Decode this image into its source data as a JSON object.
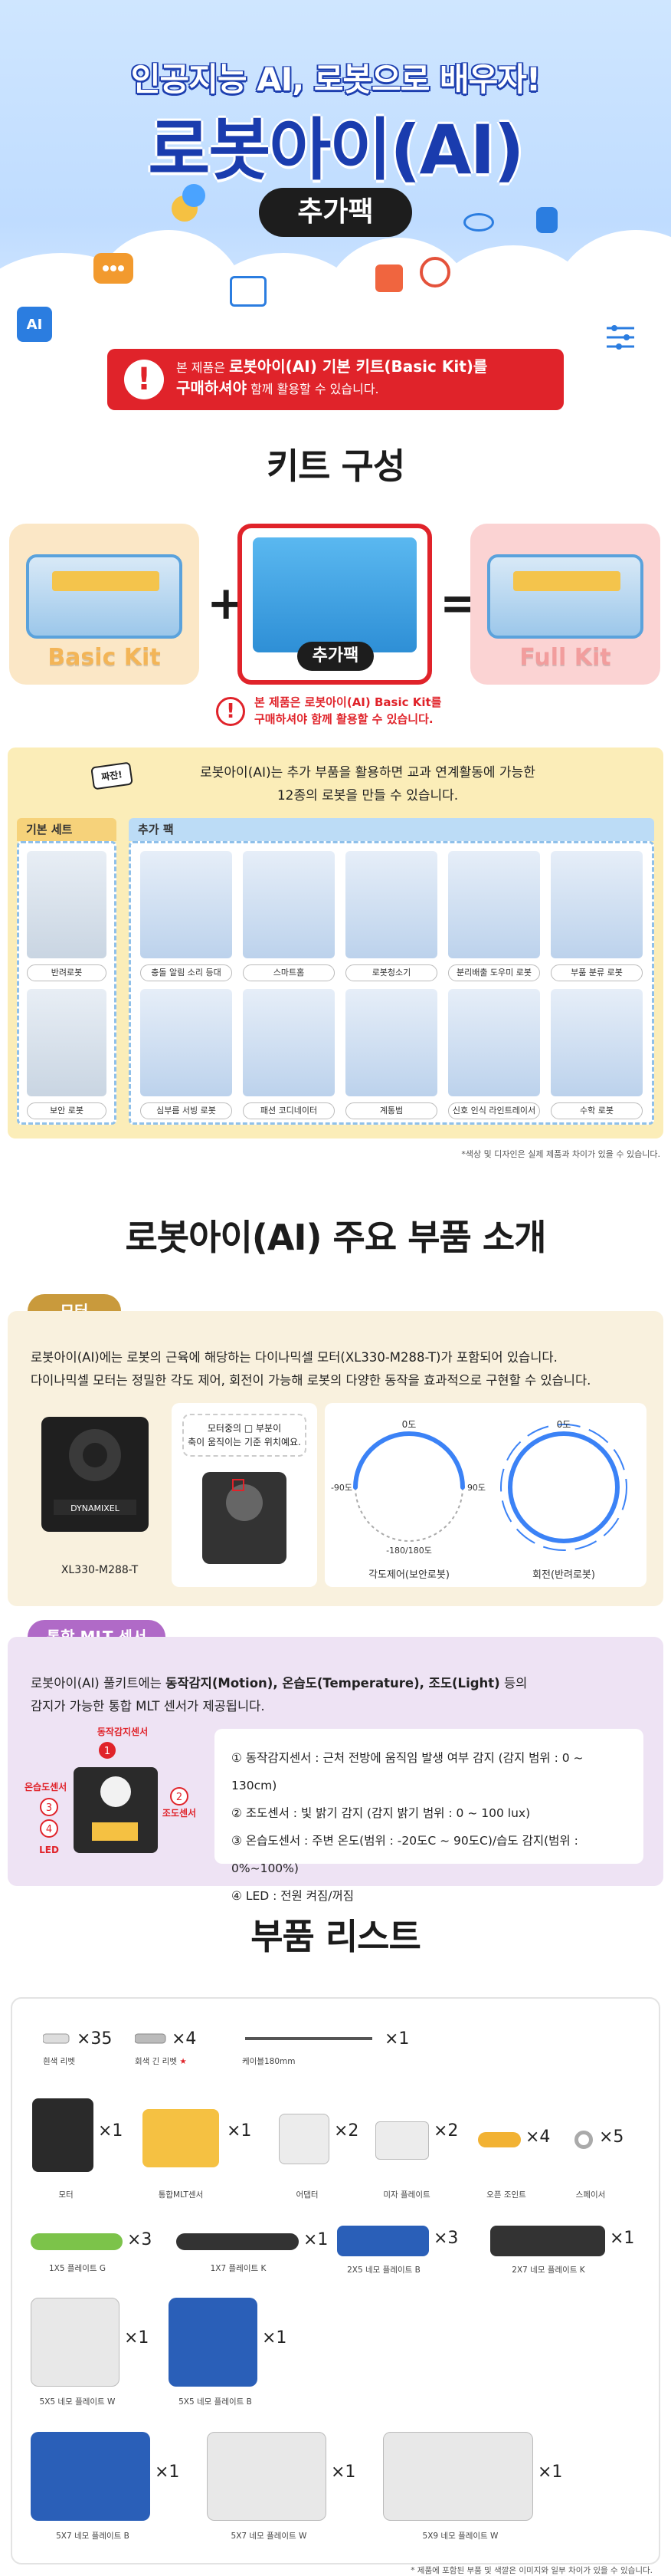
{
  "hero": {
    "subtitle": "인공지능 AI, 로봇으로 배우자!",
    "title": "로봇아이(AI)",
    "badge": "추가팩",
    "ai_icon": "AI",
    "notice_prefix": "본 제품은 ",
    "notice_bold": "로봇아이(AI) 기본 키트(Basic Kit)를",
    "notice_bold2": "구매하셔야",
    "notice_suffix": " 함께 활용할 수 있습니다.",
    "colors": {
      "accent": "#1a3cae",
      "notice": "#e0232a"
    }
  },
  "kit": {
    "title": "키트 구성",
    "basic": "Basic Kit",
    "addon_badge": "추가팩",
    "full": "Full Kit",
    "plus": "+",
    "equals": "=",
    "warning_line1": "본 제품은 로봇아이(AI) Basic Kit를",
    "warning_line2": "구매하셔야 함께 활용할 수 있습니다."
  },
  "robots": {
    "tag": "짜잔!",
    "intro_line1": "로봇아이(AI)는 추가 부품을 활용하면 교과 연계활동에 가능한",
    "intro_line2": "12종의 로봇을 만들 수 있습니다.",
    "basic_label": "기본 세트",
    "addon_label": "추가 팩",
    "basic_items": [
      "반려로봇",
      "보안 로봇"
    ],
    "addon_items": [
      "충돌 알림 소리 등대",
      "스마트홈",
      "로봇청소기",
      "분리배출 도우미 로봇",
      "부품 분류 로봇",
      "심부름 서빙 로봇",
      "패션 코디네이터",
      "계통범",
      "신호 인식 라인트레이서",
      "수학 로봇"
    ],
    "footnote": "*색상 및 디자인은 실제 제품과 차이가 있을 수 있습니다."
  },
  "parts_intro": {
    "title": "로봇아이(AI) 주요 부품 소개",
    "motor": {
      "tag": "모터",
      "line1": "로봇아이(AI)에는 로봇의 근육에 해당하는 다이나믹셀 모터(XL330-M288-T)가 포함되어 있습니다.",
      "line2": "다이나믹셀 모터는 정밀한 각도 제어, 회전이 가능해 로봇의 다양한 동작을 효과적으로 구현할 수 있습니다.",
      "model": "XL330-M288-T",
      "brand": "DYNAMIXEL",
      "bubble_line1": "모터중의 □ 부분이",
      "bubble_line2": "축이 움직이는 기준 위치예요.",
      "angle_top": "0도",
      "angle_left": "-90도",
      "angle_right": "90도",
      "angle_bottom": "-180/180도",
      "angle_caption": "각도제어(보안로봇)",
      "rot_top": "0도",
      "rot_caption": "회전(반려로봇)"
    },
    "mlt": {
      "tag": "통합 MLT 센서",
      "line1_prefix": "로봇아이(AI) 풀키트에는 ",
      "line1_bold": "동작감지(Motion), 온습도(Temperature), 조도(Light)",
      "line1_suffix": " 등의",
      "line2": "감지가 가능한 통합 MLT 센서가 제공됩니다.",
      "label_motion": "동작감지센서",
      "label_temp": "온습도센서",
      "label_light": "조도센서",
      "label_led": "LED",
      "num1": "1",
      "num2": "2",
      "num3": "3",
      "num4": "4",
      "items": [
        "① 동작감지센서 : 근처 전방에 움직임 발생 여부 감지 (감지 범위 : 0 ~ 130cm)",
        "② 조도센서 : 빛 밝기 감지 (감지 밝기 범위 : 0 ~ 100 lux)",
        "③ 온습도센서 : 주변 온도(범위 : -20도C ~ 90도C)/습도 감지(범위 : 0%~100%)",
        "④ LED : 전원 켜짐/꺼짐"
      ]
    }
  },
  "parts_list": {
    "title": "부품 리스트",
    "items": [
      {
        "name": "흰색 리벳",
        "qty": "×35"
      },
      {
        "name": "회색 긴 리벳",
        "qty": "×4",
        "mark": "★"
      },
      {
        "name": "케이블180mm",
        "qty": "×1"
      },
      {
        "name": "모터",
        "qty": "×1"
      },
      {
        "name": "통합MLT센서",
        "qty": "×1"
      },
      {
        "name": "어댑터",
        "qty": "×2"
      },
      {
        "name": "미자 플레이트",
        "qty": "×2"
      },
      {
        "name": "오픈 조인트",
        "qty": "×4"
      },
      {
        "name": "스페이서",
        "qty": "×5"
      },
      {
        "name": "1X5 플레이트 G",
        "qty": "×3"
      },
      {
        "name": "1X7 플레이트 K",
        "qty": "×1"
      },
      {
        "name": "2X5 네모 플레이트 B",
        "qty": "×3"
      },
      {
        "name": "2X7 네모 플레이트 K",
        "qty": "×1"
      },
      {
        "name": "5X5 네모 플레이트 W",
        "qty": "×1"
      },
      {
        "name": "5X5 네모 플레이트 B",
        "qty": "×1"
      },
      {
        "name": "5X7 네모 플레이트 B",
        "qty": "×1"
      },
      {
        "name": "5X7 네모 플레이트 W",
        "qty": "×1"
      },
      {
        "name": "5X9 네모 플레이트 W",
        "qty": "×1"
      }
    ],
    "footnote": "* 제품에 포함된 부품 및 색깔은 이미지와 일부 차이가 있을 수 있습니다."
  }
}
